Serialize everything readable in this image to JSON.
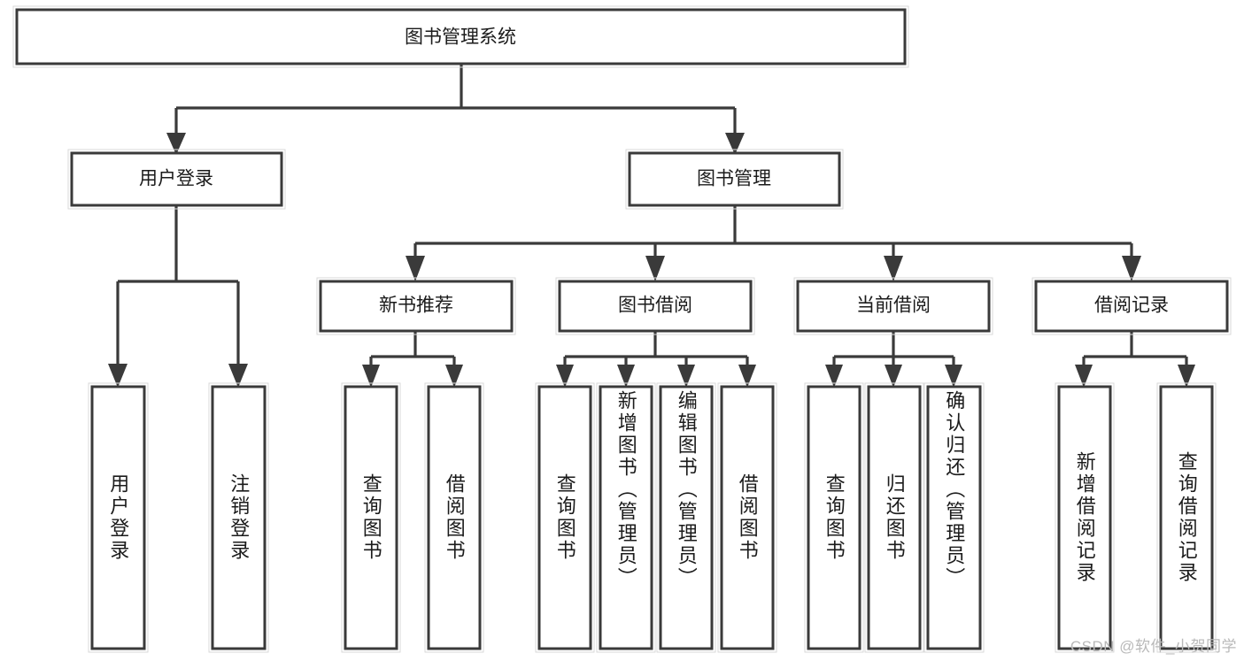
{
  "diagram": {
    "type": "hierarchy-tree",
    "title": "图书管理系统",
    "orientation": "top-down",
    "levels": 4,
    "root": {
      "id": "root",
      "label": "图书管理系统",
      "orientation": "horizontal"
    },
    "level2": [
      {
        "id": "user-login",
        "label": "用户登录",
        "orientation": "horizontal"
      },
      {
        "id": "book-manage",
        "label": "图书管理",
        "orientation": "horizontal"
      }
    ],
    "level3": [
      {
        "id": "new-book-rec",
        "label": "新书推荐",
        "orientation": "horizontal",
        "parent": "book-manage"
      },
      {
        "id": "book-borrow",
        "label": "图书借阅",
        "orientation": "horizontal",
        "parent": "book-manage"
      },
      {
        "id": "current-borrow",
        "label": "当前借阅",
        "orientation": "horizontal",
        "parent": "book-manage"
      },
      {
        "id": "borrow-record",
        "label": "借阅记录",
        "orientation": "horizontal",
        "parent": "book-manage"
      }
    ],
    "leaves": {
      "user-login": [
        {
          "id": "leaf-user-login",
          "label": "用户登录"
        },
        {
          "id": "leaf-logout-login",
          "label": "注销登录"
        }
      ],
      "new-book-rec": [
        {
          "id": "leaf-query-book-1",
          "label": "查询图书"
        },
        {
          "id": "leaf-borrow-book-1",
          "label": "借阅图书"
        }
      ],
      "book-borrow": [
        {
          "id": "leaf-query-book-2",
          "label": "查询图书"
        },
        {
          "id": "leaf-add-book",
          "label": "新增图书（管理员）"
        },
        {
          "id": "leaf-edit-book",
          "label": "编辑图书（管理员）"
        },
        {
          "id": "leaf-borrow-book-2",
          "label": "借阅图书"
        }
      ],
      "current-borrow": [
        {
          "id": "leaf-query-book-3",
          "label": "查询图书"
        },
        {
          "id": "leaf-return-book",
          "label": "归还图书"
        },
        {
          "id": "leaf-confirm-return",
          "label": "确认归还（管理员）"
        }
      ],
      "borrow-record": [
        {
          "id": "leaf-add-record",
          "label": "新增借阅记录"
        },
        {
          "id": "leaf-query-record",
          "label": "查询借阅记录"
        }
      ]
    }
  },
  "watermark": {
    "text": "CSDN @软件_小贺同学"
  },
  "colors": {
    "background": "#ffffff",
    "box_fill": "#ffffff",
    "box_stroke": "#3a3a3a",
    "line": "#3a3a3a",
    "text": "#1b1b1b",
    "watermark": "#b9b9b9"
  }
}
